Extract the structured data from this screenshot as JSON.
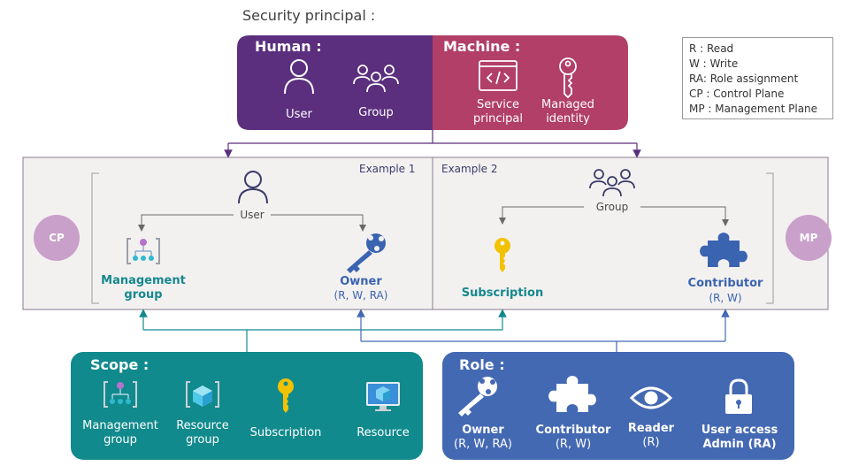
{
  "title": "Security principal :",
  "legend": [
    "R : Read",
    "W : Write",
    "RA: Role assignment",
    "CP : Control Plane",
    "MP : Management Plane"
  ],
  "human": {
    "label": "Human :",
    "user": "User",
    "group": "Group"
  },
  "machine": {
    "label": "Machine :",
    "sp1": "Service",
    "sp2": "principal",
    "mi1": "Managed",
    "mi2": "identity"
  },
  "example1": {
    "label": "Example 1",
    "user": "User",
    "mg1": "Management",
    "mg2": "group",
    "owner": "Owner",
    "owner_rights": "(R, W, RA)"
  },
  "example2": {
    "label": "Example 2",
    "group": "Group",
    "subscription": "Subscription",
    "contributor": "Contributor",
    "contributor_rights": "(R, W)"
  },
  "cp": "CP",
  "mp": "MP",
  "scope": {
    "label": "Scope :",
    "items": [
      {
        "l1": "Management",
        "l2": "group"
      },
      {
        "l1": "Resource",
        "l2": "group"
      },
      {
        "l1": "Subscription",
        "l2": ""
      },
      {
        "l1": "Resource",
        "l2": ""
      }
    ]
  },
  "role": {
    "label": "Role :",
    "items": [
      {
        "l1": "Owner",
        "l2": "(R, W, RA)"
      },
      {
        "l1": "Contributor",
        "l2": "(R, W)"
      },
      {
        "l1": "Reader",
        "l2": "(R)"
      },
      {
        "l1": "User access",
        "l2": "Admin (RA)"
      }
    ]
  },
  "colors": {
    "human": "#5b2f7e",
    "machine": "#b13f67",
    "scope": "#118a8d",
    "role": "#4469b3",
    "panel": "#f3f1f0",
    "cp_mp": "#c9a0c9",
    "teal_text": "#16888e",
    "blue_text": "#3a63b0"
  }
}
